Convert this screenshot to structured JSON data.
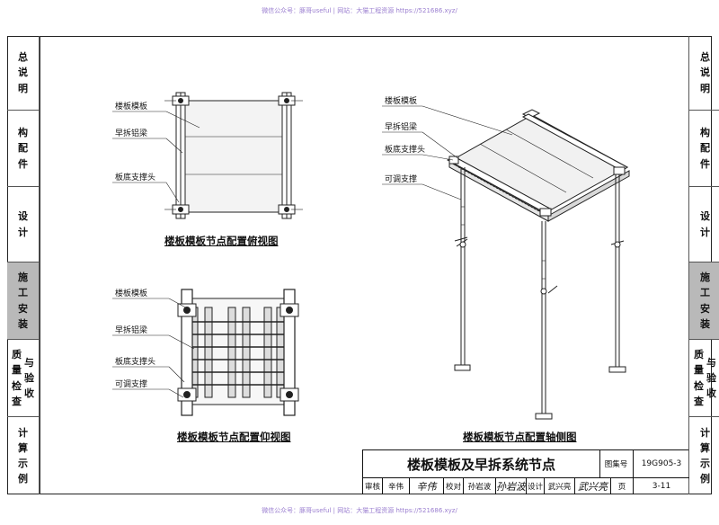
{
  "watermark": {
    "top": "微信公众号：豚哥useful  |  网站：大猫工程资源  https://521686.xyz/",
    "bottom": "微信公众号：豚哥useful  |  网站：大猫工程资源  https://521686.xyz/"
  },
  "side_tabs": {
    "left": [
      "总\n说\n明",
      "构\n配\n件",
      "设\n计",
      "施\n工\n安\n装",
      "质\n量\n检\n查",
      "计\n算\n示\n例"
    ],
    "right": [
      "总\n说\n明",
      "构\n配\n件",
      "设\n计",
      "施\n工\n安\n装",
      "与\n验\n收",
      "计\n算\n示\n例"
    ],
    "right_extra": "质\n量\n检\n查",
    "left_extra": "与\n验\n收",
    "active_index": 3
  },
  "drawings": {
    "top_view": {
      "caption": "楼板模板节点配置俯视图",
      "labels": [
        "楼板模板",
        "早拆铝梁",
        "板底支撑头"
      ]
    },
    "bottom_view": {
      "caption": "楼板模板节点配置仰视图",
      "labels": [
        "楼板模板",
        "早拆铝梁",
        "板底支撑头",
        "可调支撑"
      ]
    },
    "axonometric_view": {
      "caption": "楼板模板节点配置轴侧图",
      "labels": [
        "楼板模板",
        "早拆铝梁",
        "板底支撑头",
        "可调支撑"
      ]
    }
  },
  "title_block": {
    "title": "楼板模板及早拆系统节点",
    "atlas_label": "图集号",
    "atlas_no": "19G905-3",
    "review_label": "审核",
    "reviewer": "辛伟",
    "check_label": "校对",
    "checker": "孙岩波",
    "design_label": "设计",
    "designer": "武兴亮",
    "page_label": "页",
    "page_no": "3-11",
    "signatures": [
      "辛伟",
      "孙岩波",
      "武兴亮"
    ]
  },
  "colors": {
    "line": "#222222",
    "active_tab": "#b9b9b9",
    "watermark": "#9b7fd0"
  }
}
